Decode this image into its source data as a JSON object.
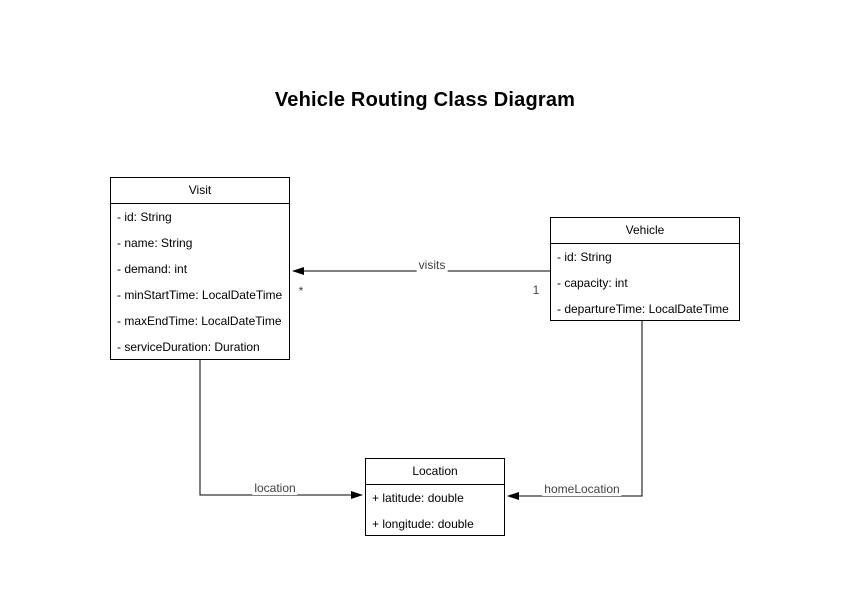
{
  "title": "Vehicle Routing Class Diagram",
  "colors": {
    "background": "#ffffff",
    "shape_border": "#000000",
    "shape_fill": "#ffffff",
    "text": "#000000",
    "edge_line": "#000000",
    "edge_label_text": "#424242"
  },
  "classes": {
    "visit": {
      "name": "Visit",
      "attributes": [
        "- id: String",
        "- name: String",
        "- demand: int",
        "- minStartTime: LocalDateTime",
        "- maxEndTime: LocalDateTime",
        "- serviceDuration: Duration"
      ]
    },
    "vehicle": {
      "name": "Vehicle",
      "attributes": [
        "- id: String",
        "- capacity: int",
        "- departureTime: LocalDateTime"
      ]
    },
    "location": {
      "name": "Location",
      "attributes": [
        "+ latitude: double",
        "+ longitude: double"
      ]
    }
  },
  "relationships": {
    "visits": {
      "label": "visits",
      "from": "Vehicle",
      "to": "Visit",
      "multiplicity_near_visit": "*",
      "multiplicity_near_vehicle": "1"
    },
    "visit_location": {
      "label": "location",
      "from": "Visit",
      "to": "Location"
    },
    "vehicle_home_location": {
      "label": "homeLocation",
      "from": "Vehicle",
      "to": "Location"
    }
  }
}
